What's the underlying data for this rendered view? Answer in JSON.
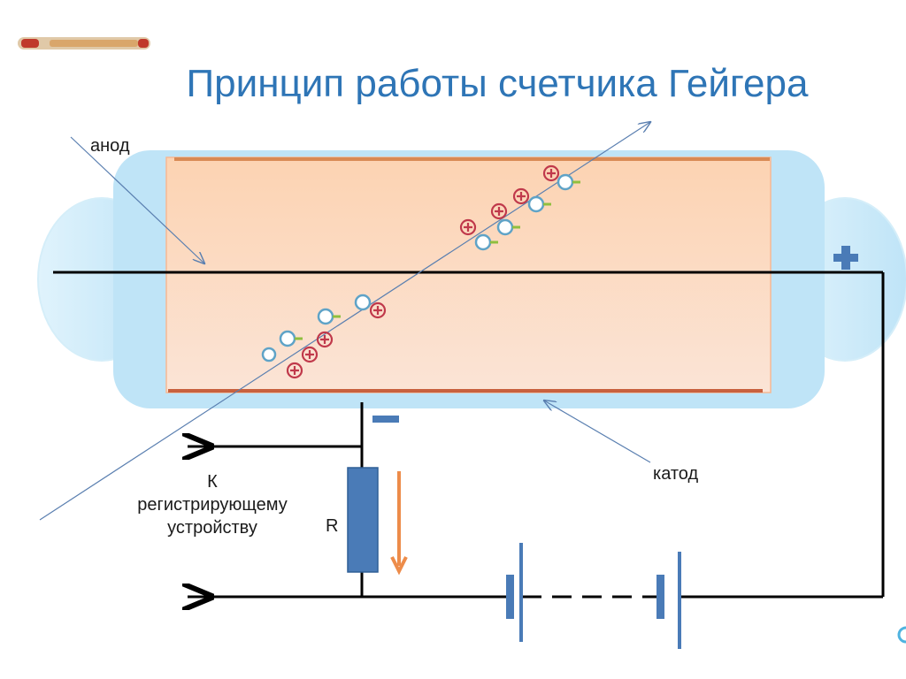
{
  "title": "Принцип работы счетчика Гейгера",
  "labels": {
    "anode": "анод",
    "cathode": "катод",
    "resistor": "R",
    "device_line1": "К",
    "device_line2": "регистрирующему",
    "device_line3": "устройству"
  },
  "polarity": {
    "plus": "+",
    "minus": "−"
  },
  "colors": {
    "title": "#2e75b6",
    "tube_glass": "#bfe4f7",
    "chamber": "#fbcfae",
    "resistor": "#4a7bb7",
    "current_arrow": "#ed8c4a",
    "ion": "#c0394b",
    "electron": "#7ab8d6"
  }
}
